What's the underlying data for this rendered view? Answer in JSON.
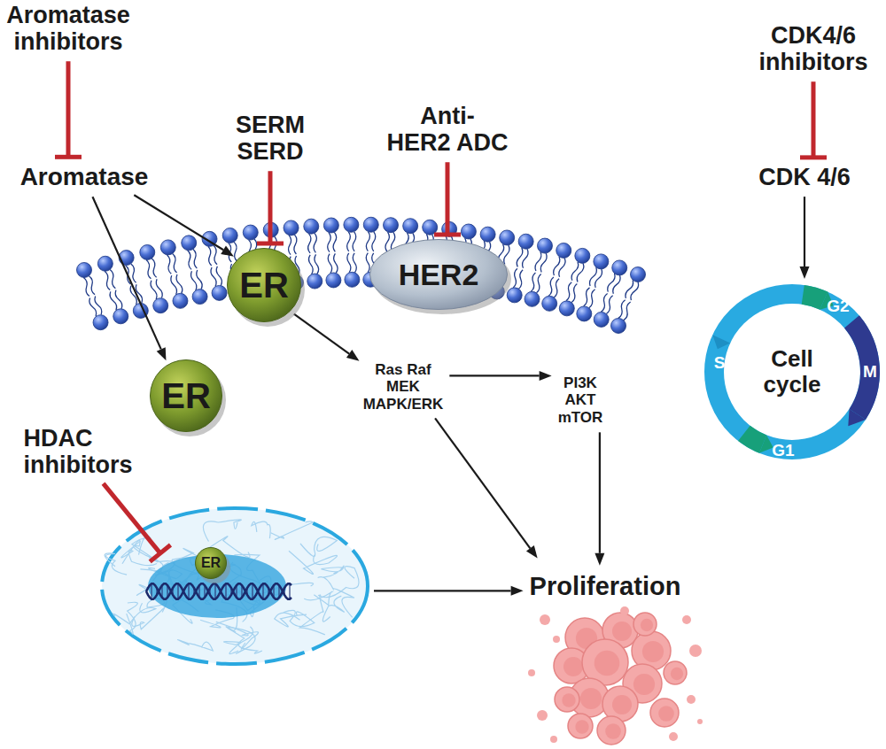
{
  "diagram": {
    "nodes": [
      {
        "text": [
          "Aromatase inhibitors"
        ]
      },
      {
        "text": [
          "Aromatase"
        ]
      },
      {
        "text": [
          "SERM SERD"
        ]
      },
      {
        "text": [
          "Anti- HER2 ADC"
        ]
      },
      {
        "text": [
          "CDK4/6 inhibitors"
        ]
      },
      {
        "text": [
          "CDK 4/6"
        ]
      },
      {
        "text": [
          "ER"
        ]
      },
      {
        "text": [
          "HER2"
        ]
      },
      {
        "text": [
          "ER"
        ]
      },
      {
        "text": [
          "Ras Raf MEK MAPK/ERK"
        ]
      },
      {
        "text": [
          "PI3K AKT mTOR"
        ]
      },
      {
        "text": [
          "HDAC inhibitors"
        ]
      },
      {
        "text": []
      },
      {
        "text": [
          "ER"
        ],
        "in": 12
      },
      {
        "text": [
          "Cell cycle"
        ]
      },
      {
        "text": [
          "Proliferation"
        ]
      }
    ],
    "edges": [
      {
        "from": 0,
        "to": 1,
        "arrow": "to"
      },
      {
        "from": 1,
        "to": 6,
        "arrow": "to"
      },
      {
        "from": 1,
        "to": 8,
        "arrow": "to"
      },
      {
        "from": 2,
        "to": 6,
        "arrow": "to"
      },
      {
        "from": 3,
        "to": 7,
        "arrow": "to"
      },
      {
        "from": 4,
        "to": 5,
        "arrow": "to"
      },
      {
        "from": 5,
        "to": 14,
        "arrow": "to"
      },
      {
        "from": 6,
        "to": 9,
        "arrow": "to"
      },
      {
        "from": 9,
        "to": 10,
        "arrow": "to"
      },
      {
        "from": 9,
        "to": 15,
        "arrow": "to"
      },
      {
        "from": 10,
        "to": 15,
        "arrow": "to"
      },
      {
        "from": 11,
        "to": 13,
        "arrow": "to"
      },
      {
        "from": 12,
        "to": 15,
        "arrow": "to"
      }
    ],
    "labels": [
      "S",
      "G2",
      "M",
      "G1"
    ]
  }
}
